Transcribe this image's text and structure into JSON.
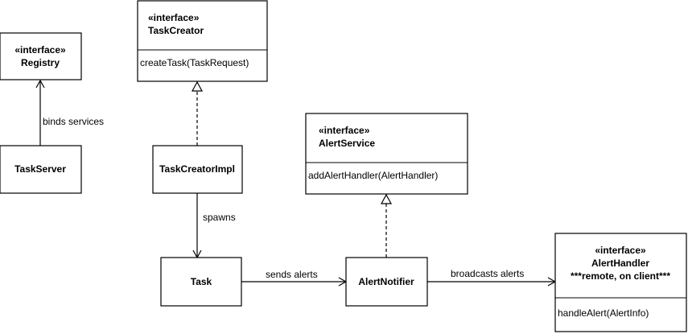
{
  "classes": {
    "registry": {
      "stereotype": "«interface»",
      "name": "Registry"
    },
    "task_creator": {
      "stereotype": "«interface»",
      "name": "TaskCreator",
      "operation": "createTask(TaskRequest)"
    },
    "alert_service": {
      "stereotype": "«interface»",
      "name": "AlertService",
      "operation": "addAlertHandler(AlertHandler)"
    },
    "alert_handler": {
      "stereotype": "«interface»",
      "name": "AlertHandler",
      "note": "***remote, on client***",
      "operation": "handleAlert(AlertInfo)"
    },
    "task_server": {
      "name": "TaskServer"
    },
    "task_creator_impl": {
      "name": "TaskCreatorImpl"
    },
    "task": {
      "name": "Task"
    },
    "alert_notifier": {
      "name": "AlertNotifier"
    }
  },
  "relations": {
    "binds": "binds services",
    "spawns": "spawns",
    "sends": "sends alerts",
    "broadcasts": "broadcasts alerts"
  }
}
